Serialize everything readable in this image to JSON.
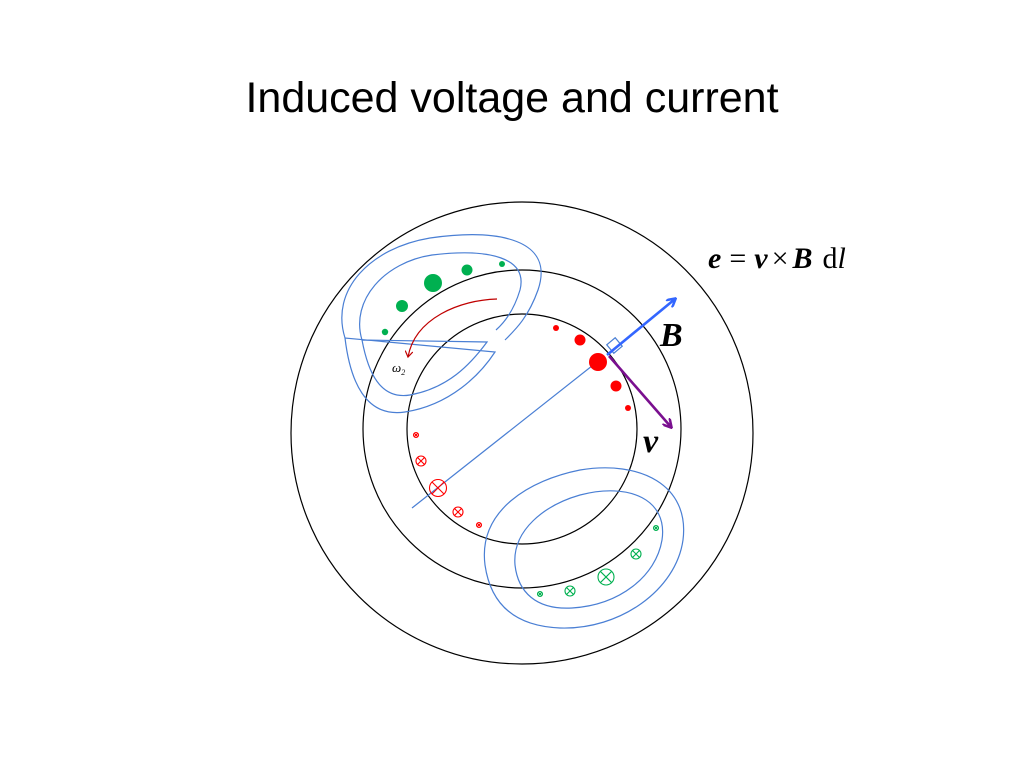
{
  "slide": {
    "title": "Induced voltage and current"
  },
  "equation": {
    "e": "e",
    "eq": "=",
    "v": "v",
    "times": "×",
    "B": "B",
    "d": "d",
    "l": "l"
  },
  "labels": {
    "B_vector": "B",
    "v_vector": "v",
    "omega": "ω",
    "omega_sub": "2"
  },
  "colors": {
    "rotor_conductors": "#ff0000",
    "stator_conductors": "#00b050",
    "field_lines": "#4a7fd4",
    "B_arrow": "#3366ff",
    "v_arrow": "#7a0f8f",
    "rotation_arrow": "#c00000",
    "circles": "#000000"
  }
}
